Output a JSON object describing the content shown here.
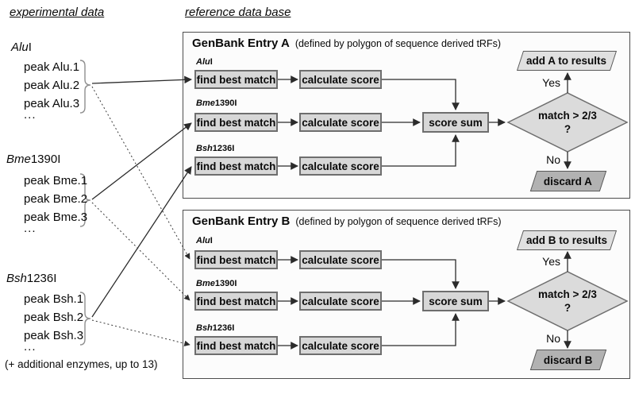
{
  "colors": {
    "line": "#2b2b2b",
    "box_fill": "#d7d7d7",
    "box_border": "#6e6e6e",
    "entry_fill": "#fcfcfc",
    "entry_border": "#4d4d4d",
    "diamond_fill": "#dbdbdb",
    "add_fill": "#e0e0e0",
    "discard_fill": "#b2b2b2",
    "shape_border": "#5a5a5a",
    "brace": "#8f8f8f",
    "text": "#0a0a0a"
  },
  "headers": {
    "experimental": "experimental data",
    "reference": "reference data base"
  },
  "experimental": {
    "groups": [
      {
        "enzyme_italic": "Alu",
        "enzyme_rest": "I",
        "peaks": [
          "peak Alu.1",
          "peak Alu.2",
          "peak Alu.3"
        ],
        "more": "..."
      },
      {
        "enzyme_italic": "Bme",
        "enzyme_rest": "1390I",
        "peaks": [
          "peak Bme.1",
          "peak Bme.2",
          "peak Bme.3"
        ],
        "more": "..."
      },
      {
        "enzyme_italic": "Bsh",
        "enzyme_rest": "1236I",
        "peaks": [
          "peak Bsh.1",
          "peak Bsh.2",
          "peak Bsh.3"
        ],
        "more": "..."
      }
    ],
    "note": "(+ additional enzymes, up to 13)"
  },
  "entries": [
    {
      "title": "GenBank Entry A",
      "subtitle": "(defined by polygon of sequence derived tRFs)",
      "rows": [
        {
          "enzyme_italic": "Alu",
          "enzyme_rest": "I",
          "find": "find best match",
          "calc": "calculate score"
        },
        {
          "enzyme_italic": "Bme",
          "enzyme_rest": "1390I",
          "find": "find best match",
          "calc": "calculate score"
        },
        {
          "enzyme_italic": "Bsh",
          "enzyme_rest": "1236I",
          "find": "find best match",
          "calc": "calculate score"
        }
      ],
      "score_sum": "score sum",
      "condition_line1": "match >  2/3",
      "condition_line2": "?",
      "yes": "Yes",
      "no": "No",
      "add": "add A to results",
      "discard": "discard A"
    },
    {
      "title": "GenBank Entry B",
      "subtitle": "(defined by polygon of sequence derived tRFs)",
      "rows": [
        {
          "enzyme_italic": "Alu",
          "enzyme_rest": "I",
          "find": "find best match",
          "calc": "calculate score"
        },
        {
          "enzyme_italic": "Bme",
          "enzyme_rest": "1390I",
          "find": "find best match",
          "calc": "calculate score"
        },
        {
          "enzyme_italic": "Bsh",
          "enzyme_rest": "1236I",
          "find": "find best match",
          "calc": "calculate score"
        }
      ],
      "score_sum": "score sum",
      "condition_line1": "match >  2/3",
      "condition_line2": "?",
      "yes": "Yes",
      "no": "No",
      "add": "add B to results",
      "discard": "discard B"
    }
  ]
}
